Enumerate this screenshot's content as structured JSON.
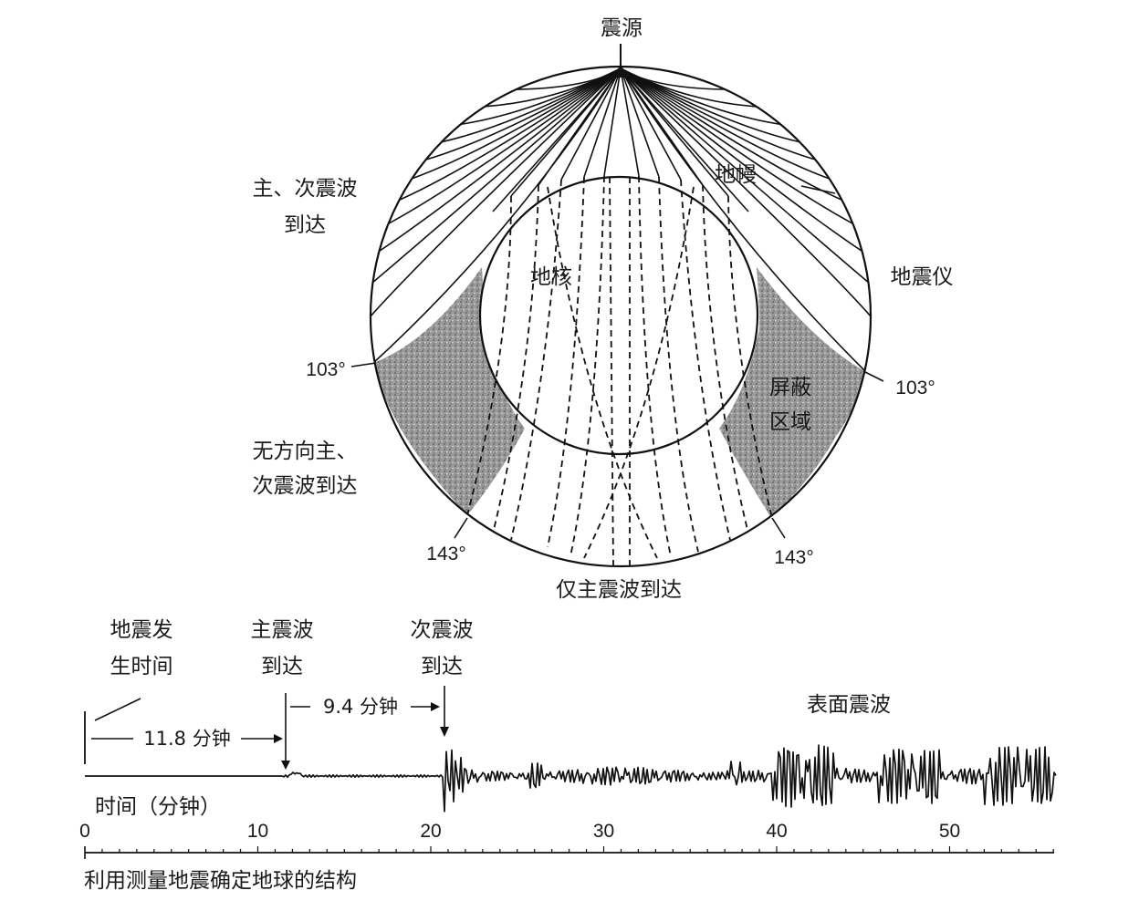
{
  "diagram": {
    "labels": {
      "source": "震源",
      "mantle": "地幔",
      "core": "地核",
      "seismograph": "地震仪",
      "ps_arrival_line1": "主、次震波",
      "ps_arrival_line2": "到达",
      "angle_103_left": "103°",
      "angle_103_right": "103°",
      "angle_143_left": "143°",
      "angle_143_right": "143°",
      "shadow_line1": "屏蔽",
      "shadow_line2": "区域",
      "scattered_line1": "无方向主、",
      "scattered_line2": "次震波到达",
      "p_only": "仅主震波到达"
    },
    "colors": {
      "shadow": "#8f8f8f",
      "line": "#111111"
    }
  },
  "seismogram": {
    "quake_line1": "地震发",
    "quake_line2": "生时间",
    "p_line1": "主震波",
    "p_line2": "到达",
    "s_line1": "次震波",
    "s_line2": "到达",
    "interval_1": "11.8 分钟",
    "interval_2": "9.4 分钟",
    "surface": "表面震波",
    "time_label": "时间（分钟）",
    "ticks": [
      "0",
      "10",
      "20",
      "30",
      "40",
      "50"
    ],
    "caption": "利用测量地震确定地球的结构"
  }
}
